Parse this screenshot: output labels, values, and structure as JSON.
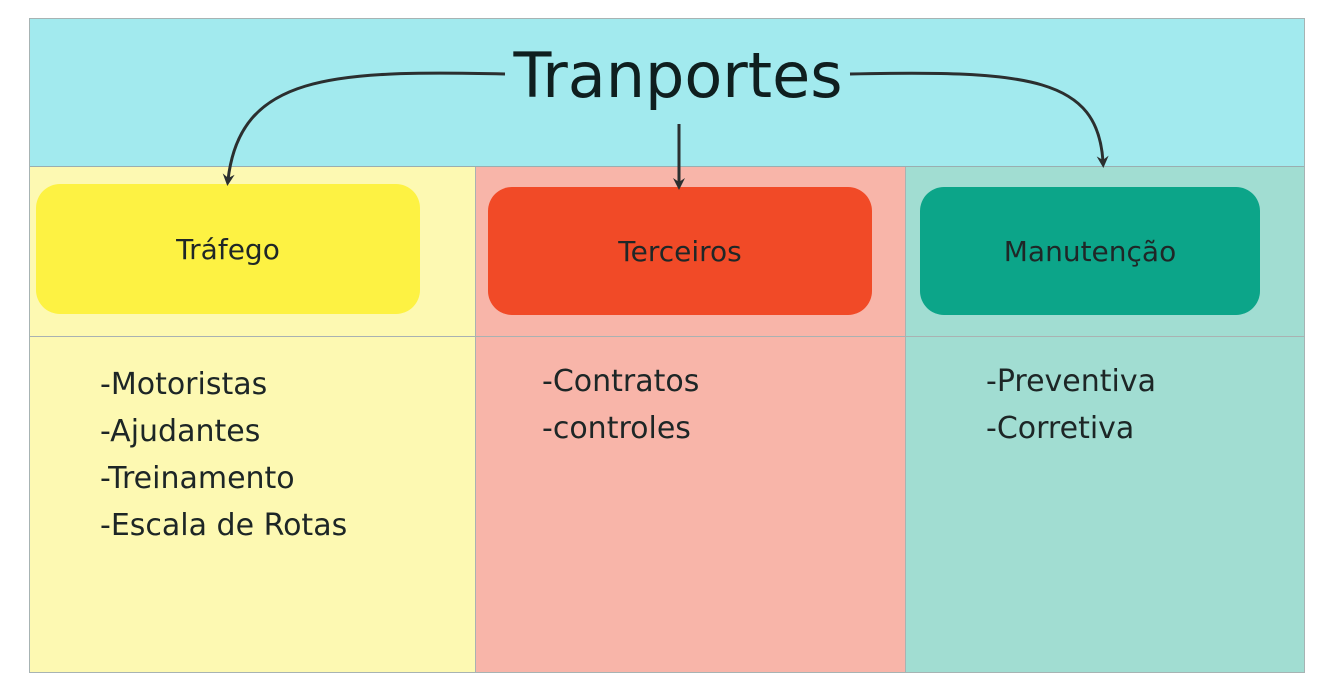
{
  "diagram": {
    "title": "Tranportes",
    "columns": [
      {
        "label": "Tráfego",
        "items": [
          "-Motoristas",
          "-Ajudantes",
          "-Treinamento",
          "-Escala de Rotas"
        ]
      },
      {
        "label": "Terceiros",
        "items": [
          "-Contratos",
          "-controles"
        ]
      },
      {
        "label": "Manutenção",
        "items": [
          "-Preventiva",
          "-Corretiva"
        ]
      }
    ]
  },
  "colors": {
    "header_bg": "#a2eaee",
    "col1_bg": "#fdf9b2",
    "col1_card": "#fdf243",
    "col2_bg": "#f8b5a9",
    "col2_card": "#f14a27",
    "col3_bg": "#a1ddd2",
    "col3_card": "#0ca589",
    "arrow": "#2b2f2f"
  }
}
